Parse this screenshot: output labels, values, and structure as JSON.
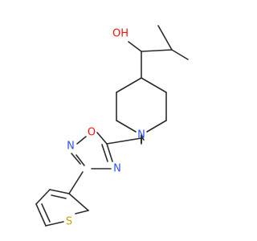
{
  "molecule": {
    "atoms": {
      "hydroxyl": {
        "text": "OH",
        "color": "#ff0d0d"
      },
      "piperidine_n": {
        "text": "N",
        "color": "#3050f8"
      },
      "oxadiazole_o": {
        "text": "O",
        "color": "#ff0d0d"
      },
      "oxadiazole_n_left": {
        "text": "N",
        "color": "#3050f8"
      },
      "oxadiazole_n_bottom": {
        "text": "N",
        "color": "#3050f8"
      },
      "thiophene_s": {
        "text": "S",
        "color": "#c8a400"
      }
    },
    "bond_color": "#2b2b2b",
    "background": "#ffffff"
  }
}
